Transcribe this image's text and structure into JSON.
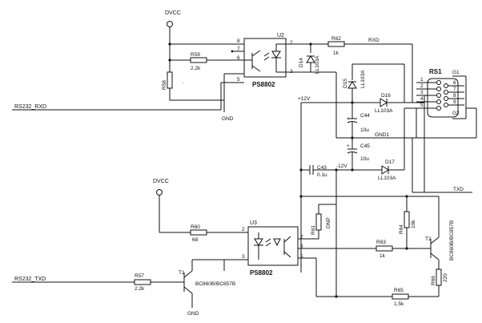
{
  "nets": {
    "dvcc_top": "DVCC",
    "dvcc_mid": "DVCC",
    "gnd_u2": "GND",
    "gnd_t1": "GND",
    "gnd1": "GND1",
    "rxd": "RXD",
    "txd": "TXD",
    "plus12v": "+12V",
    "minus12v": "-12V",
    "rs232_rxd": "RS232_RXD",
    "rs232_txd": "RS232_TXD"
  },
  "components": {
    "u2": {
      "ref": "U2",
      "part": "PS8802",
      "pins": [
        "8",
        "7",
        "6",
        "5",
        "2",
        "3"
      ]
    },
    "u3": {
      "ref": "U3",
      "part": "PS8802",
      "pins": [
        "2",
        "3",
        "7",
        "6",
        "5"
      ]
    },
    "rs1": {
      "ref": "RS1",
      "g1": "G1",
      "g2": "G2",
      "pins": [
        "1",
        "2",
        "3",
        "4",
        "5",
        "6",
        "7",
        "8",
        "9"
      ]
    },
    "r57": {
      "ref": "R57",
      "value": "2.2k"
    },
    "r58": {
      "ref": "R58"
    },
    "r59": {
      "ref": "R59",
      "value": "2.2k"
    },
    "r60": {
      "ref": "R60",
      "value": "68"
    },
    "r61": {
      "ref": "R61",
      "value": "DNP"
    },
    "r62": {
      "ref": "R62",
      "value": "1k"
    },
    "r63": {
      "ref": "R63",
      "value": "1k"
    },
    "r64": {
      "ref": "R64",
      "value": "10k"
    },
    "r65": {
      "ref": "R65",
      "value": "1.5k"
    },
    "r66": {
      "ref": "R66",
      "value": "220"
    },
    "d14": {
      "ref": "D14",
      "part": "LL103A"
    },
    "d15": {
      "ref": "D15",
      "part": "LL103A"
    },
    "d16": {
      "ref": "D16",
      "part": "LL103A"
    },
    "d17": {
      "ref": "D17",
      "part": "LL103A"
    },
    "c43": {
      "ref": "C43",
      "value": "0.1u"
    },
    "c44": {
      "ref": "C44",
      "value": "10u"
    },
    "c45": {
      "ref": "C45",
      "value": "10u"
    },
    "t1": {
      "ref": "T1",
      "part": "BC860B/BC857B"
    },
    "t2": {
      "ref": "T2",
      "part": "BC860B/BC857B"
    }
  }
}
